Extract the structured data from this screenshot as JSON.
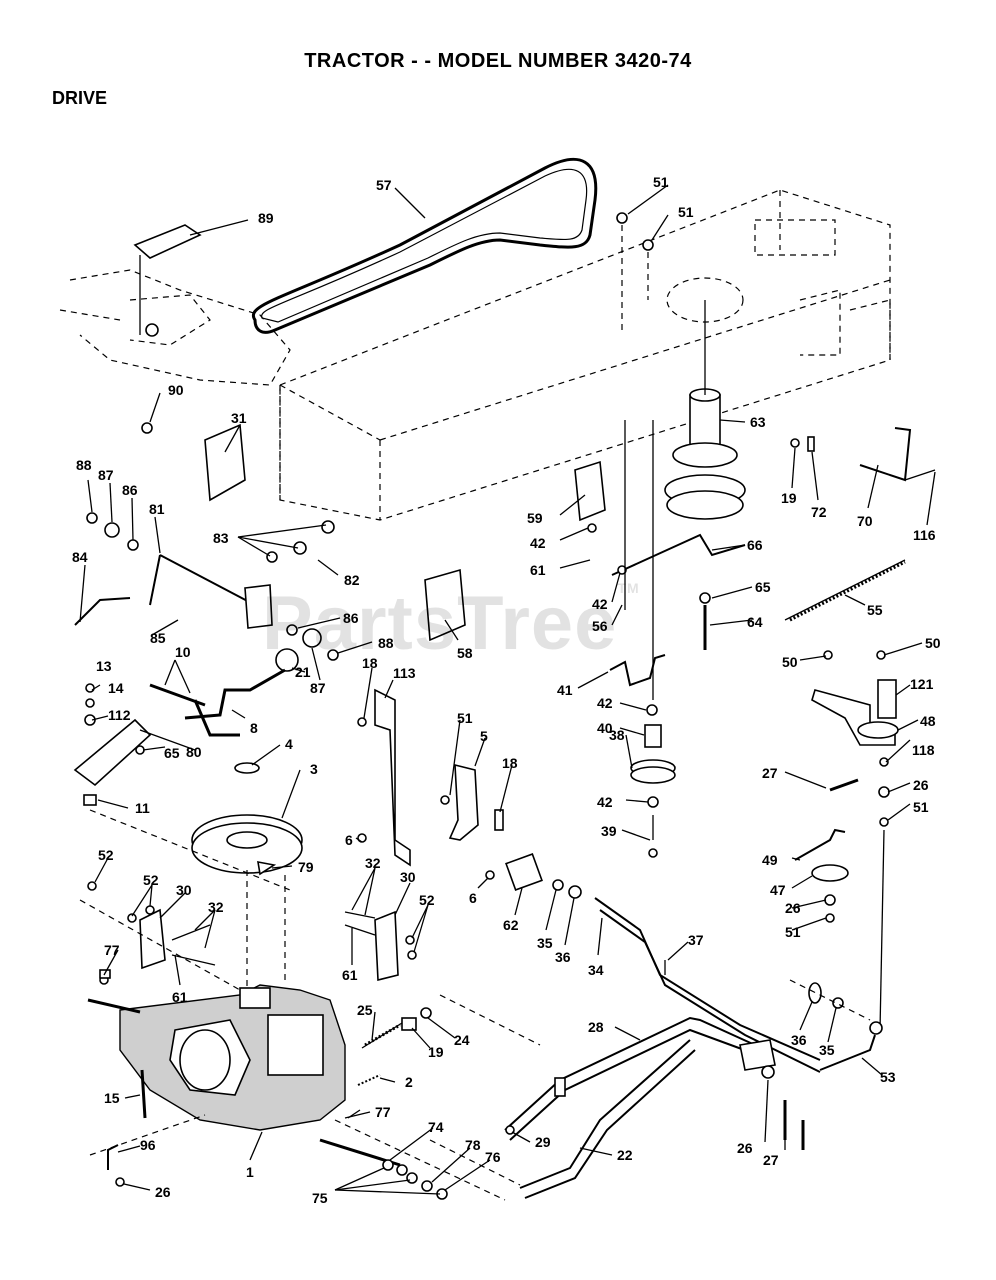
{
  "title": "TRACTOR - - MODEL NUMBER 3420-74",
  "section": "DRIVE",
  "watermark": "PartsTree",
  "watermark_mark": "TM",
  "callouts": [
    {
      "label": "57"
    },
    {
      "label": "51"
    },
    {
      "label": "51"
    },
    {
      "label": "89"
    },
    {
      "label": "90"
    },
    {
      "label": "31"
    },
    {
      "label": "63"
    },
    {
      "label": "19"
    },
    {
      "label": "72"
    },
    {
      "label": "70"
    },
    {
      "label": "116"
    },
    {
      "label": "88"
    },
    {
      "label": "87"
    },
    {
      "label": "86"
    },
    {
      "label": "81"
    },
    {
      "label": "83"
    },
    {
      "label": "82"
    },
    {
      "label": "84"
    },
    {
      "label": "85"
    },
    {
      "label": "59"
    },
    {
      "label": "42"
    },
    {
      "label": "61"
    },
    {
      "label": "66"
    },
    {
      "label": "42"
    },
    {
      "label": "56"
    },
    {
      "label": "65"
    },
    {
      "label": "64"
    },
    {
      "label": "55"
    },
    {
      "label": "86"
    },
    {
      "label": "88"
    },
    {
      "label": "87"
    },
    {
      "label": "58"
    },
    {
      "label": "13"
    },
    {
      "label": "10"
    },
    {
      "label": "14"
    },
    {
      "label": "112"
    },
    {
      "label": "21"
    },
    {
      "label": "18"
    },
    {
      "label": "113"
    },
    {
      "label": "8"
    },
    {
      "label": "80"
    },
    {
      "label": "65"
    },
    {
      "label": "41"
    },
    {
      "label": "42"
    },
    {
      "label": "40"
    },
    {
      "label": "50"
    },
    {
      "label": "50"
    },
    {
      "label": "121"
    },
    {
      "label": "48"
    },
    {
      "label": "4"
    },
    {
      "label": "3"
    },
    {
      "label": "51"
    },
    {
      "label": "5"
    },
    {
      "label": "18"
    },
    {
      "label": "38"
    },
    {
      "label": "118"
    },
    {
      "label": "27"
    },
    {
      "label": "26"
    },
    {
      "label": "51"
    },
    {
      "label": "11"
    },
    {
      "label": "6"
    },
    {
      "label": "42"
    },
    {
      "label": "39"
    },
    {
      "label": "52"
    },
    {
      "label": "79"
    },
    {
      "label": "49"
    },
    {
      "label": "47"
    },
    {
      "label": "52"
    },
    {
      "label": "30"
    },
    {
      "label": "32"
    },
    {
      "label": "30"
    },
    {
      "label": "32"
    },
    {
      "label": "52"
    },
    {
      "label": "6"
    },
    {
      "label": "62"
    },
    {
      "label": "35"
    },
    {
      "label": "36"
    },
    {
      "label": "34"
    },
    {
      "label": "26"
    },
    {
      "label": "51"
    },
    {
      "label": "77"
    },
    {
      "label": "61"
    },
    {
      "label": "61"
    },
    {
      "label": "37"
    },
    {
      "label": "25"
    },
    {
      "label": "24"
    },
    {
      "label": "19"
    },
    {
      "label": "28"
    },
    {
      "label": "36"
    },
    {
      "label": "35"
    },
    {
      "label": "2"
    },
    {
      "label": "53"
    },
    {
      "label": "15"
    },
    {
      "label": "77"
    },
    {
      "label": "74"
    },
    {
      "label": "29"
    },
    {
      "label": "96"
    },
    {
      "label": "78"
    },
    {
      "label": "76"
    },
    {
      "label": "22"
    },
    {
      "label": "26"
    },
    {
      "label": "27"
    },
    {
      "label": "1"
    },
    {
      "label": "26"
    },
    {
      "label": "75"
    }
  ]
}
